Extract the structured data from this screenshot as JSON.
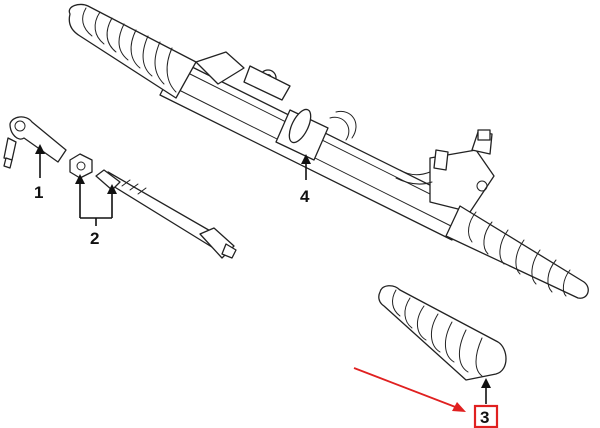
{
  "diagram": {
    "callouts": [
      {
        "id": "1",
        "label": "1"
      },
      {
        "id": "2",
        "label": "2"
      },
      {
        "id": "3",
        "label": "3",
        "highlighted": true
      },
      {
        "id": "4",
        "label": "4"
      }
    ],
    "colors": {
      "line": "#222222",
      "highlight": "#e02020",
      "background": "#ffffff"
    }
  }
}
